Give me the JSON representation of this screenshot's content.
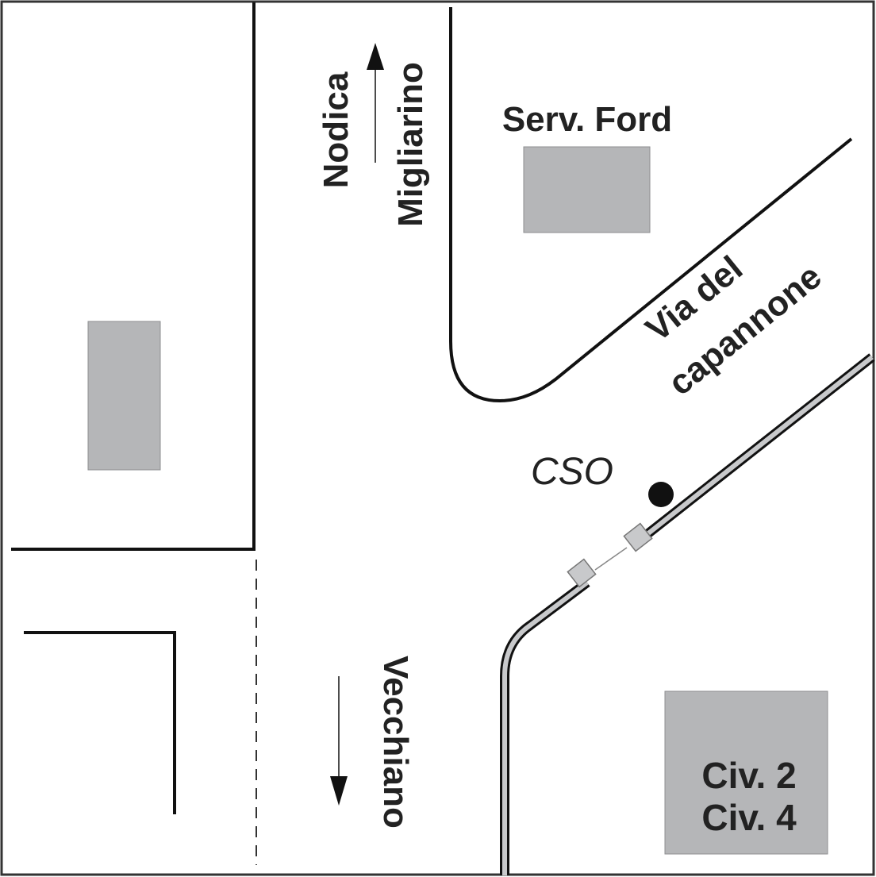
{
  "map": {
    "colors": {
      "background": "#ffffff",
      "road": "#111111",
      "building": "#b5b6b8",
      "pipe": "#c8c9cb",
      "text": "#222222"
    },
    "labels": {
      "serv_ford": "Serv. Ford",
      "nodica": "Nodica",
      "migliarino": "Migliarino",
      "via_del": "Via del",
      "capannone": "capannone",
      "cso": "CSO",
      "vecchiano": "Vecchiano",
      "civ2": "Civ. 2",
      "civ4": "Civ. 4"
    },
    "icons": {
      "north_arrow": "arrow-up-icon",
      "south_arrow": "arrow-down-icon",
      "cso_marker": "dot-marker-icon"
    }
  }
}
